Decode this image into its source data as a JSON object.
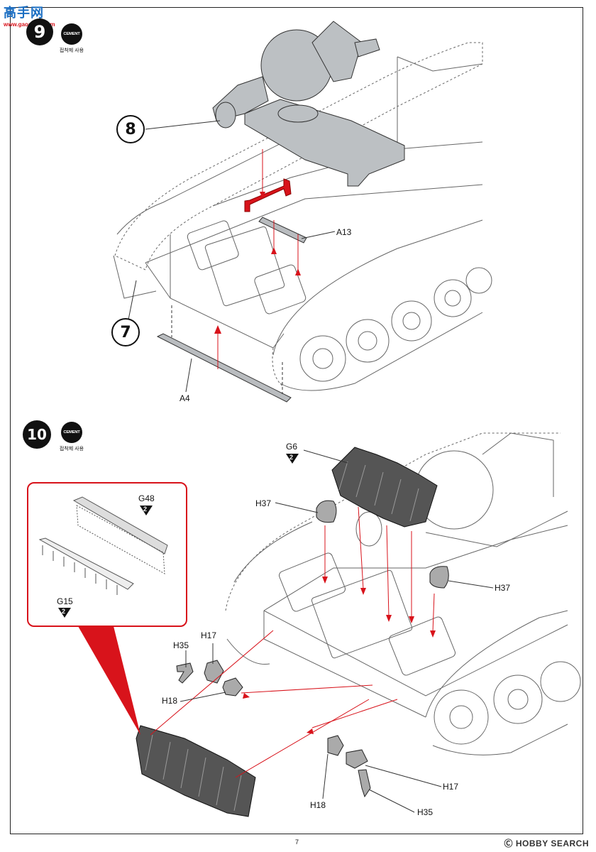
{
  "watermark_top": {
    "title": "高手网",
    "subtitle": "www.gaoshou.com"
  },
  "step9": {
    "number": "9",
    "cement_label": "CEMENT",
    "cement_note": "접착제 사용",
    "ref8": "8",
    "ref7": "7",
    "parts": {
      "a13": "A13",
      "a4": "A4"
    }
  },
  "step10": {
    "number": "10",
    "cement_label": "CEMENT",
    "cement_note": "접착제 사용",
    "parts": {
      "g6": "G6",
      "g6_qty": "2",
      "h37_left": "H37",
      "h37_right": "H37",
      "g48": "G48",
      "g48_qty": "2",
      "g15": "G15",
      "g15_qty": "2",
      "h35_left": "H35",
      "h17_left": "H17",
      "h18_left": "H18",
      "h17_right": "H17",
      "h18_right": "H18",
      "h35_right": "H35"
    }
  },
  "page_number": "7",
  "watermark_bottom": "Ⓒ HOBBY SEARCH",
  "colors": {
    "accent_red": "#d8131b",
    "part_gray": "#b9bcbf",
    "line": "#222222"
  }
}
